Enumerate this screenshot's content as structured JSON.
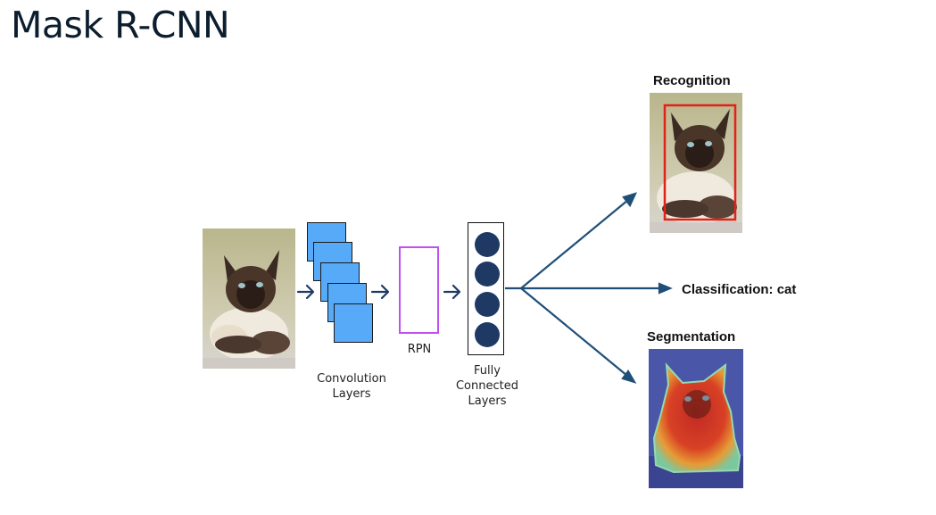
{
  "title": "Mask R-CNN",
  "stages": {
    "conv_label_1": "Convolution",
    "conv_label_2": "Layers",
    "rpn_label": "RPN",
    "fc_label_1": "Fully",
    "fc_label_2": "Connected",
    "fc_label_3": "Layers"
  },
  "outputs": {
    "recognition": "Recognition",
    "classification": "Classification: cat",
    "segmentation": "Segmentation"
  },
  "colors": {
    "conv_fill": "#57aaf8",
    "rpn_border": "#c050f0",
    "neuron": "#1e3a64",
    "arrow": "#1e3a64",
    "output_arrow": "#1f4f78",
    "bbox": "#e32119"
  }
}
